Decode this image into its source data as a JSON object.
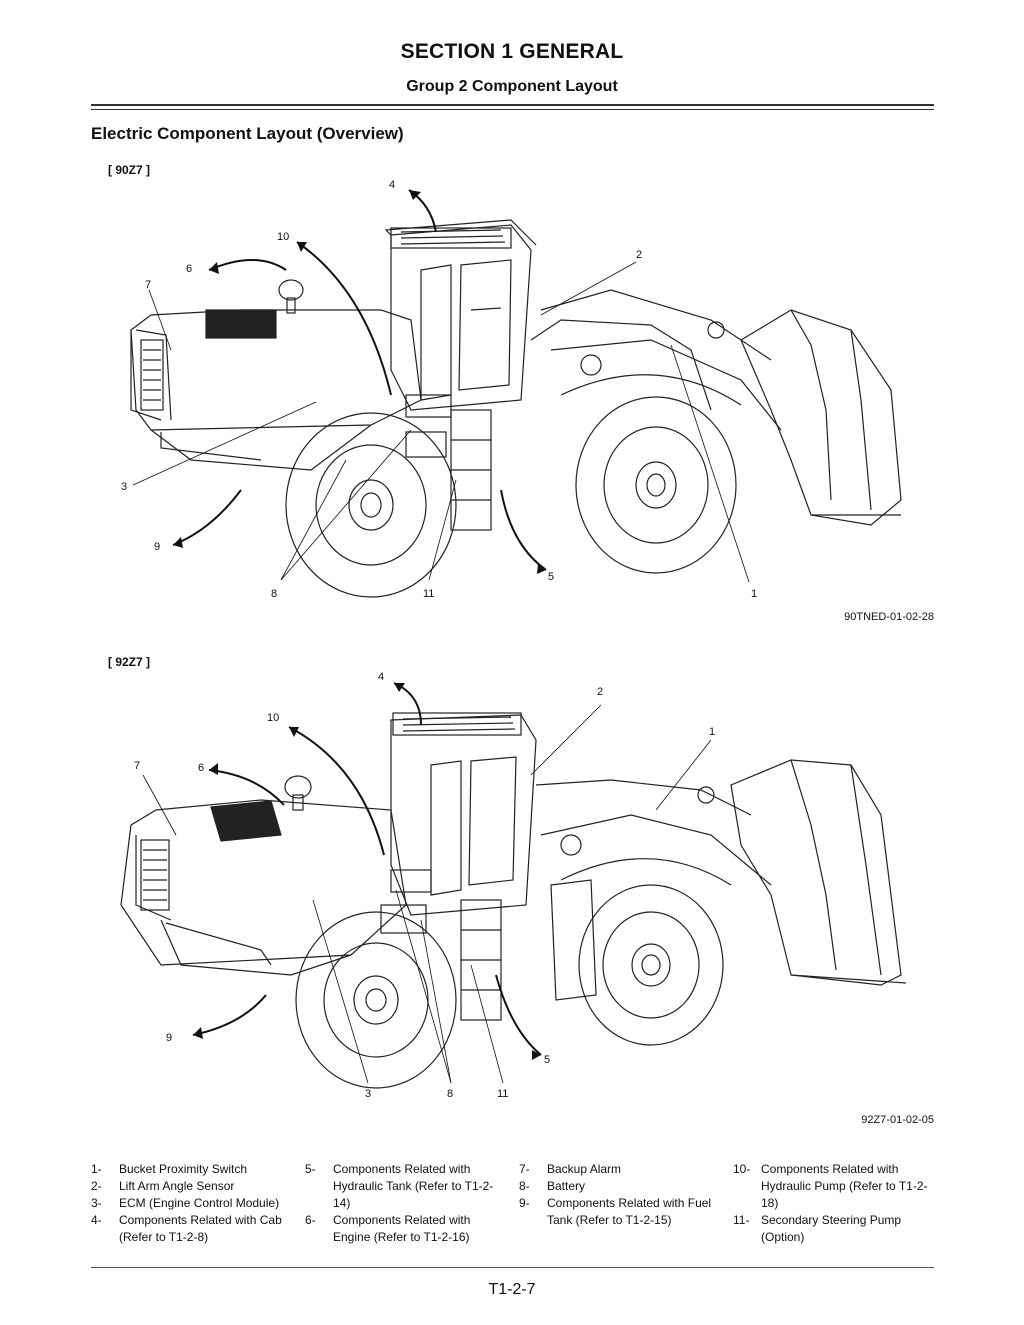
{
  "header": {
    "section_title": "SECTION 1 GENERAL",
    "group_title": "Group 2 Component Layout"
  },
  "sub_heading": "Electric Component Layout (Overview)",
  "figures": [
    {
      "model": "[ 90Z7 ]",
      "code": "90TNED-01-02-28",
      "callouts": [
        "1",
        "2",
        "3",
        "4",
        "5",
        "6",
        "7",
        "8",
        "9",
        "10",
        "11"
      ]
    },
    {
      "model": "[ 92Z7 ]",
      "code": "92Z7-01-02-05",
      "callouts": [
        "1",
        "2",
        "3",
        "4",
        "5",
        "6",
        "7",
        "8",
        "9",
        "10",
        "11"
      ]
    }
  ],
  "legend": [
    {
      "num": "1-",
      "text": "Bucket Proximity Switch"
    },
    {
      "num": "2-",
      "text": "Lift Arm Angle Sensor"
    },
    {
      "num": "3-",
      "text": "ECM (Engine Control Module)"
    },
    {
      "num": "4-",
      "text": "Components Related with Cab (Refer to T1-2-8)"
    },
    {
      "num": "5-",
      "text": "Components Related with Hydraulic Tank (Refer to T1-2-14)"
    },
    {
      "num": "6-",
      "text": "Components Related with Engine (Refer to T1-2-16)"
    },
    {
      "num": "7-",
      "text": "Backup Alarm"
    },
    {
      "num": "8-",
      "text": "Battery"
    },
    {
      "num": "9-",
      "text": "Components Related with Fuel Tank (Refer to T1-2-15)"
    },
    {
      "num": "10-",
      "text": "Components Related with Hydraulic Pump (Refer to T1-2-18)"
    },
    {
      "num": "11-",
      "text": "Secondary Steering Pump (Option)"
    }
  ],
  "footer": {
    "page_number": "T1-2-7"
  }
}
